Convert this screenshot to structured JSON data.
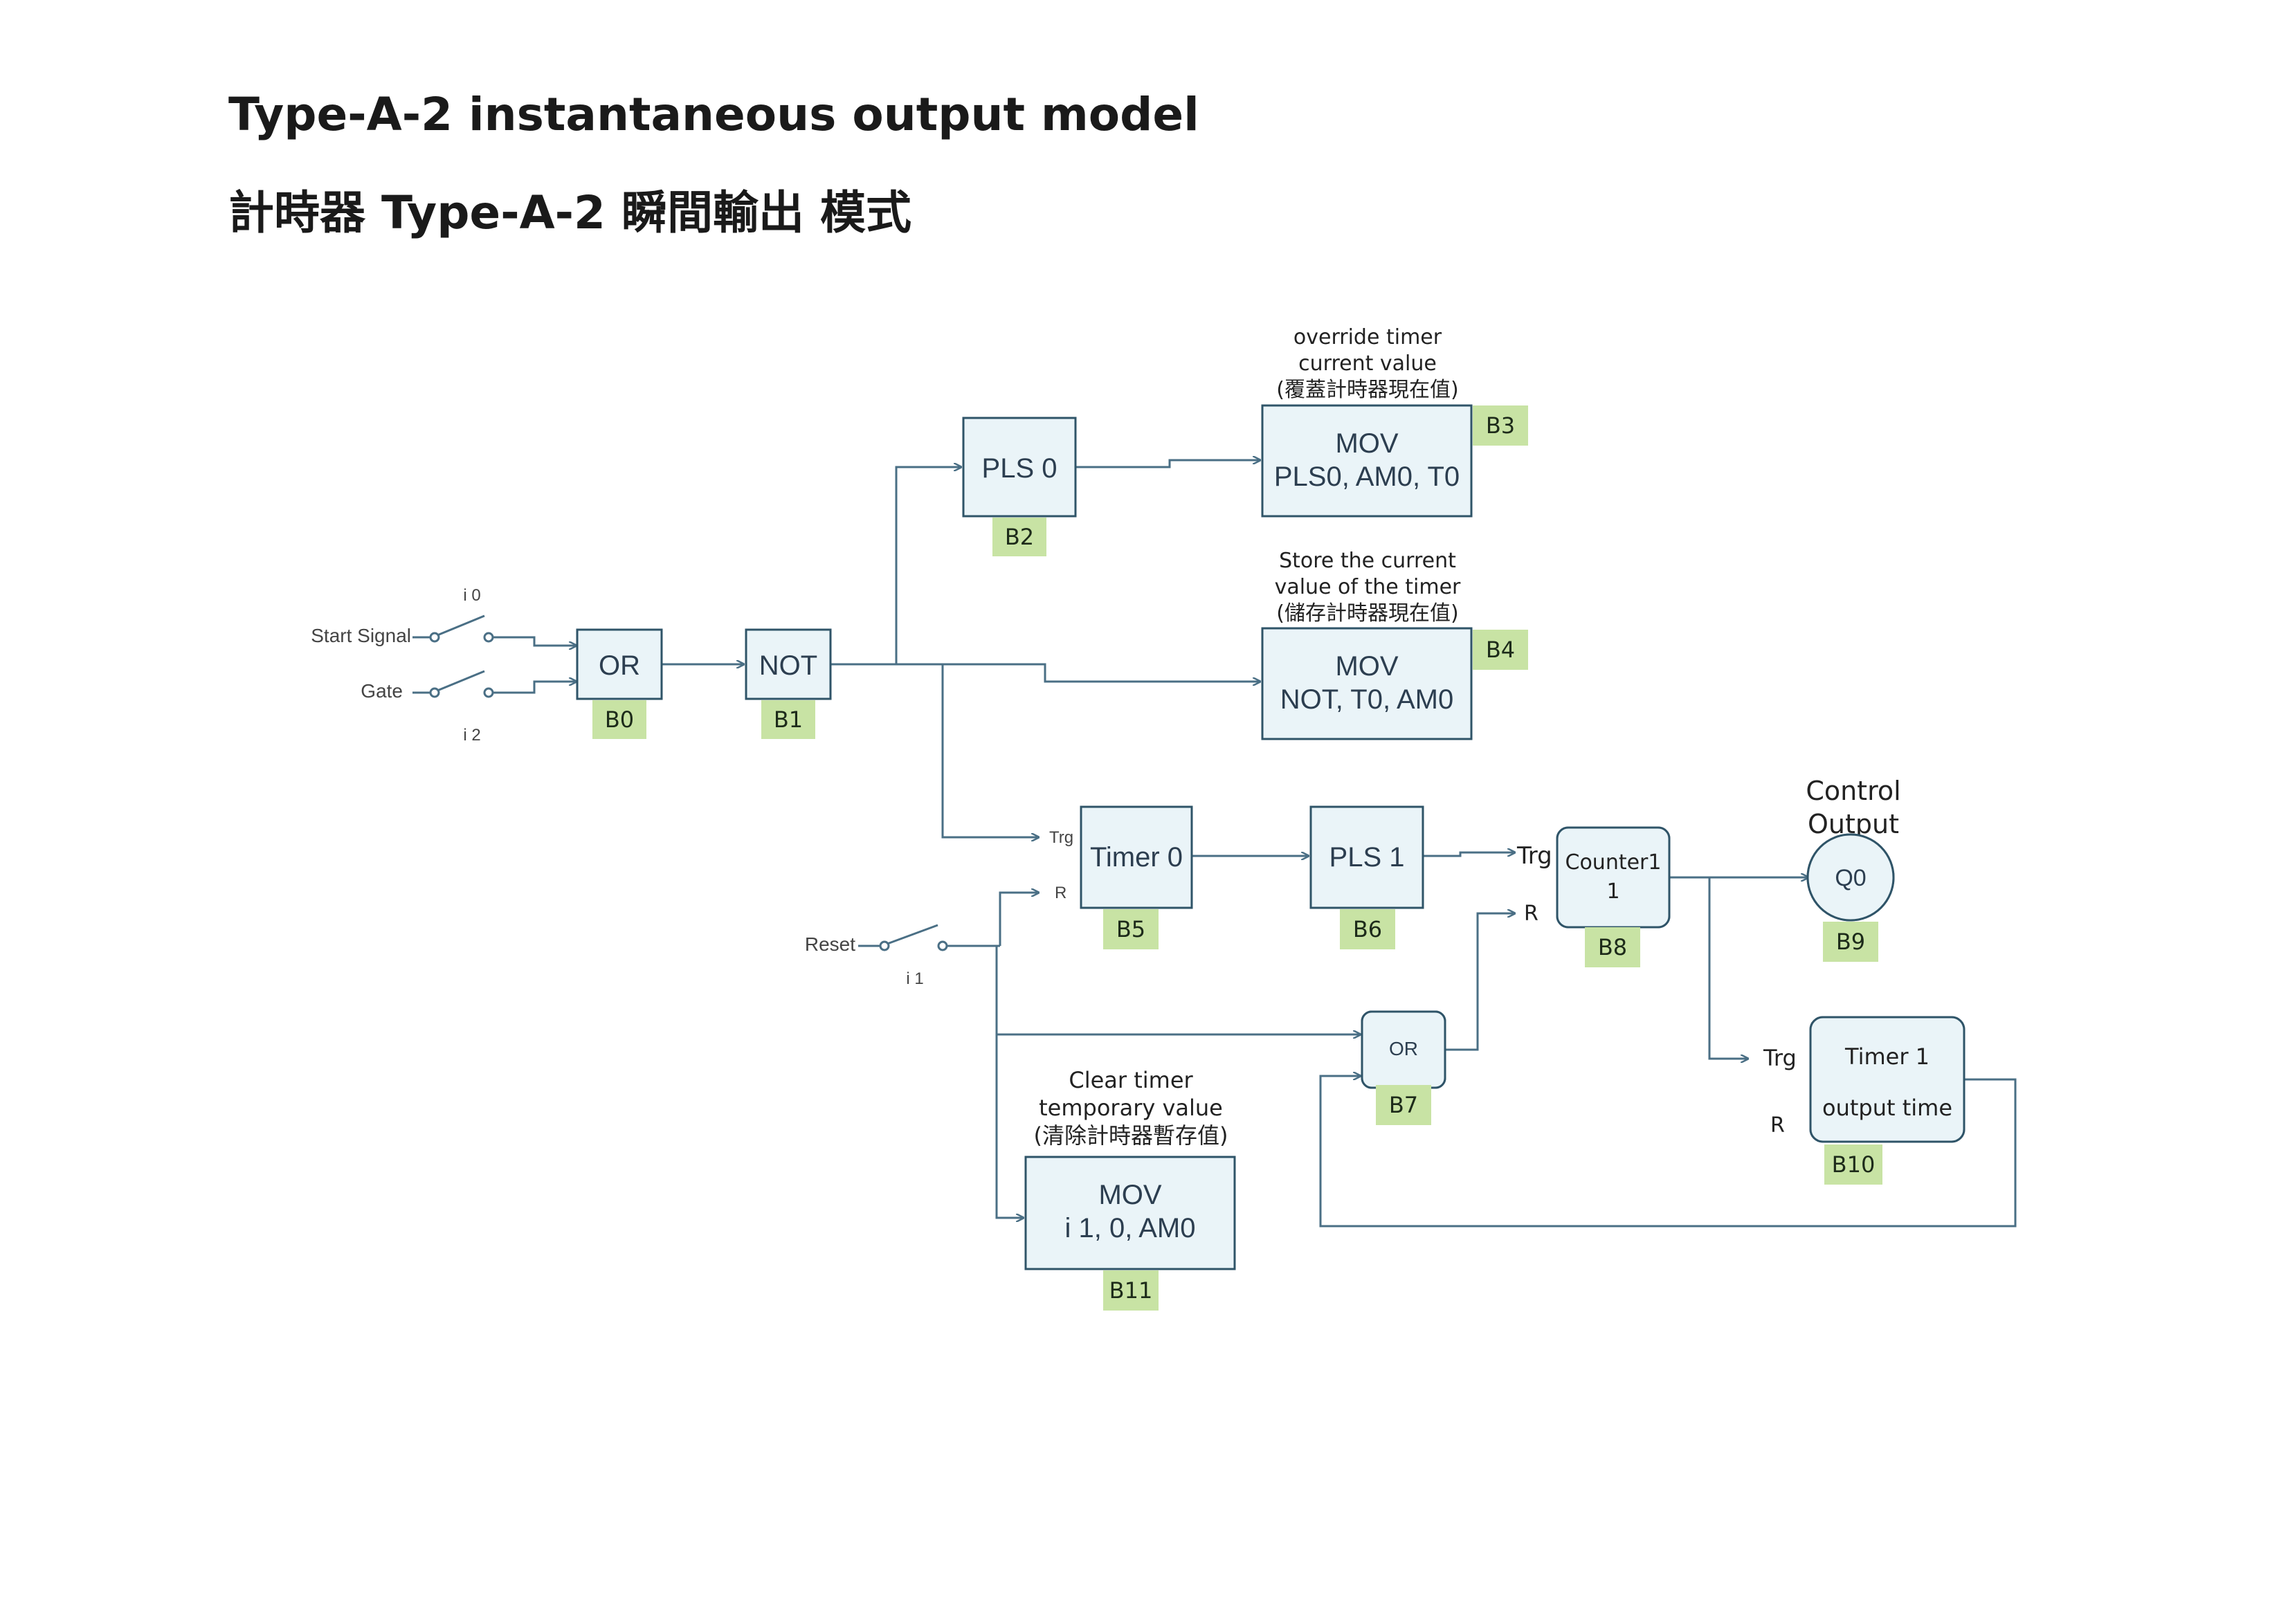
{
  "title": {
    "line1": "Type-A-2 instantaneous output model",
    "line2": "計時器 Type-A-2 瞬間輸出 模式"
  },
  "inputs": {
    "start_signal": "Start Signal",
    "start_id": "i 0",
    "gate": "Gate",
    "gate_id": "i 2",
    "reset": "Reset",
    "reset_id": "i 1"
  },
  "blocks": {
    "b0": {
      "label": "OR",
      "tag": "B0"
    },
    "b1": {
      "label": "NOT",
      "tag": "B1"
    },
    "b2": {
      "label": "PLS 0",
      "tag": "B2"
    },
    "b3": {
      "line1": "MOV",
      "line2": "PLS0, AM0, T0",
      "tag": "B3"
    },
    "b4": {
      "line1": "MOV",
      "line2": "NOT, T0, AM0",
      "tag": "B4"
    },
    "b5": {
      "label": "Timer 0",
      "tag": "B5",
      "trg": "Trg",
      "r": "R"
    },
    "b6": {
      "label": "PLS 1",
      "tag": "B6"
    },
    "b7": {
      "label": "OR",
      "tag": "B7"
    },
    "b8": {
      "line1": "Counter1",
      "line2": "1",
      "tag": "B8",
      "trg": "Trg",
      "r": "R"
    },
    "b9": {
      "label": "Q0",
      "tag": "B9"
    },
    "b10": {
      "line1": "Timer 1",
      "line2": "output time",
      "tag": "B10",
      "trg": "Trg",
      "r": "R"
    },
    "b11": {
      "line1": "MOV",
      "line2": "i 1, 0, AM0",
      "tag": "B11"
    }
  },
  "notes": {
    "b3": [
      "override timer",
      "current value",
      "(覆蓋計時器現在值)"
    ],
    "b4": [
      "Store the current",
      "value of the timer",
      "(儲存計時器現在值)"
    ],
    "b9": [
      "Control",
      "Output"
    ],
    "b11": [
      "Clear timer",
      "temporary value",
      "(清除計時器暫存值)"
    ]
  },
  "colors": {
    "block_fill": "#eaf4f8",
    "block_stroke": "#2f5468",
    "tag_fill": "#c8e3a4",
    "wire": "#4a6f85"
  }
}
